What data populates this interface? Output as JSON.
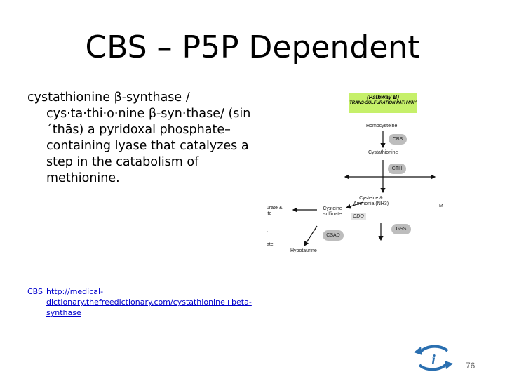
{
  "slide": {
    "title": "CBS – P5P Dependent",
    "body": "cystathionine β-synthase / cys·ta·thi·o·nine β-syn·thase/ (sin´thās) a pyridoxal phosphate–containing lyase that catalyzes a step in the catabolism of methionine.",
    "reference": {
      "label": "CBS",
      "url": "http://medical-dictionary.thefreedictionary.com/cystathionine+beta-synthase"
    },
    "page_number": "76"
  },
  "diagram": {
    "pathway_title": "(Pathway B)",
    "pathway_subtitle": "TRANS-SULFURATION PATHWAY",
    "homocysteine": "Homocysteine",
    "cbs": "CBS",
    "cystathionine": "Cystathionine",
    "cth": "CTH",
    "cysteine_ammonia": "Cysteine & Ammonia (NH3)",
    "cysteine_sulfinate": "Cysteine sulfinate",
    "cdo": "CDO",
    "csad": "CSAD",
    "gss": "GSS",
    "hypotaurine": "Hypotaurine",
    "left_top": "urate &",
    "left_top2": "ite",
    "left_mid": ",",
    "left_bottom": "ate",
    "right_edge": "M"
  },
  "colors": {
    "pathway_box": "#c6f06a",
    "enzyme_pill": "#bdbdbd",
    "link": "#0000cc",
    "icon_blue": "#2a6fb0"
  }
}
